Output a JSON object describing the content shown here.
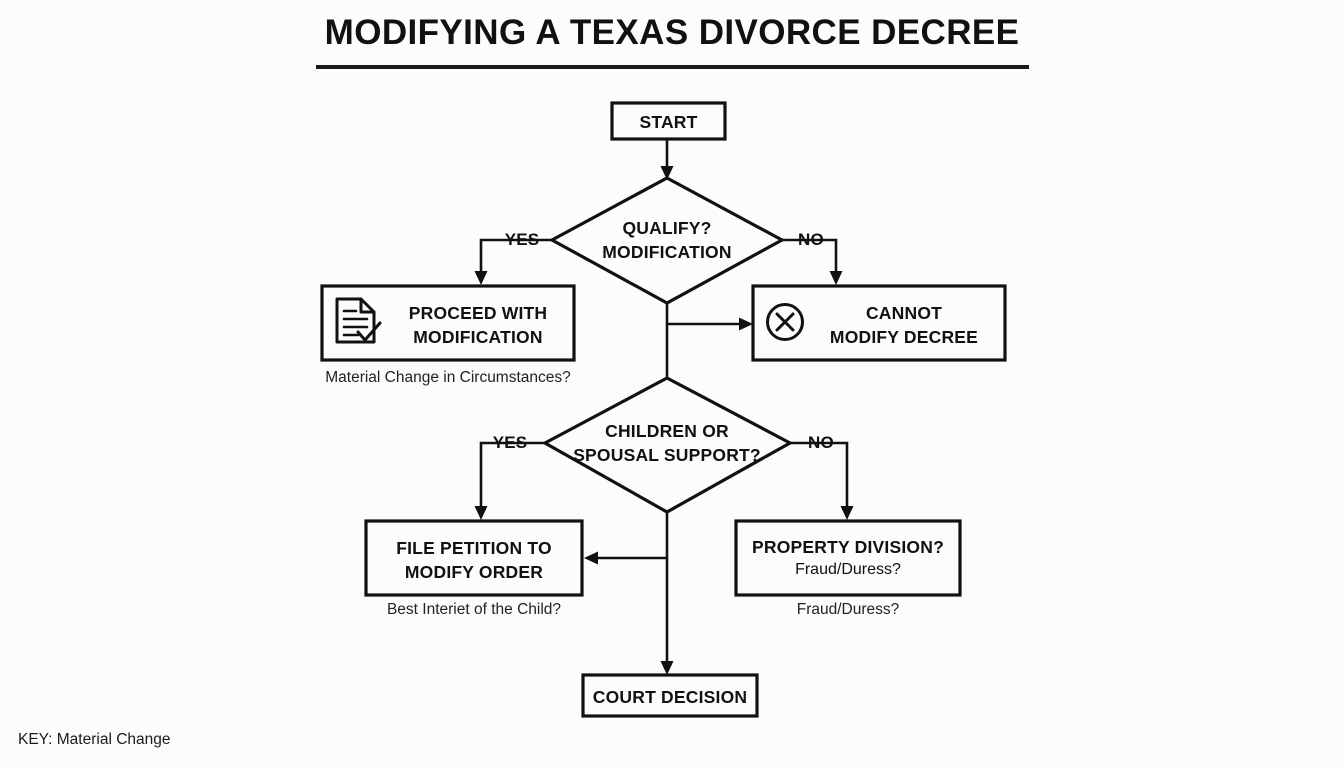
{
  "title": "MODIFYING A TEXAS DIVORCE DECREE",
  "key": "KEY: Material Change",
  "nodes": {
    "start": {
      "label": "START",
      "shape": "rectangle"
    },
    "qualify": {
      "line1": "QUALIFY?",
      "line2": "MODIFICATION",
      "shape": "diamond"
    },
    "proceed": {
      "line1": "PROCEED WITH",
      "line2": "MODIFICATION",
      "shape": "rectangle",
      "icon": "document-check-icon",
      "caption": "Material Change in Circumstances?"
    },
    "cannot": {
      "line1": "CANNOT",
      "line2": "MODIFY DECREE",
      "shape": "rectangle",
      "icon": "circle-x-icon"
    },
    "support": {
      "line1": "CHILDREN OR",
      "line2": "SPOUSAL SUPPORT?",
      "shape": "diamond"
    },
    "petition": {
      "line1": "FILE PETITION TO",
      "line2": "MODIFY ORDER",
      "shape": "rectangle",
      "caption": "Best Interiet of the Child?"
    },
    "property": {
      "line1": "PROPERTY DIVISION?",
      "line2": "Fraud/Duress?",
      "shape": "rectangle",
      "caption": "Fraud/Duress?"
    },
    "decision": {
      "label": "COURT DECISION",
      "shape": "rectangle"
    }
  },
  "edges": {
    "qualify_yes": "YES",
    "qualify_no": "NO",
    "support_yes": "YES",
    "support_no": "NO"
  },
  "colors": {
    "background": "#fcfcfc",
    "stroke": "#111111",
    "text": "#111111"
  }
}
